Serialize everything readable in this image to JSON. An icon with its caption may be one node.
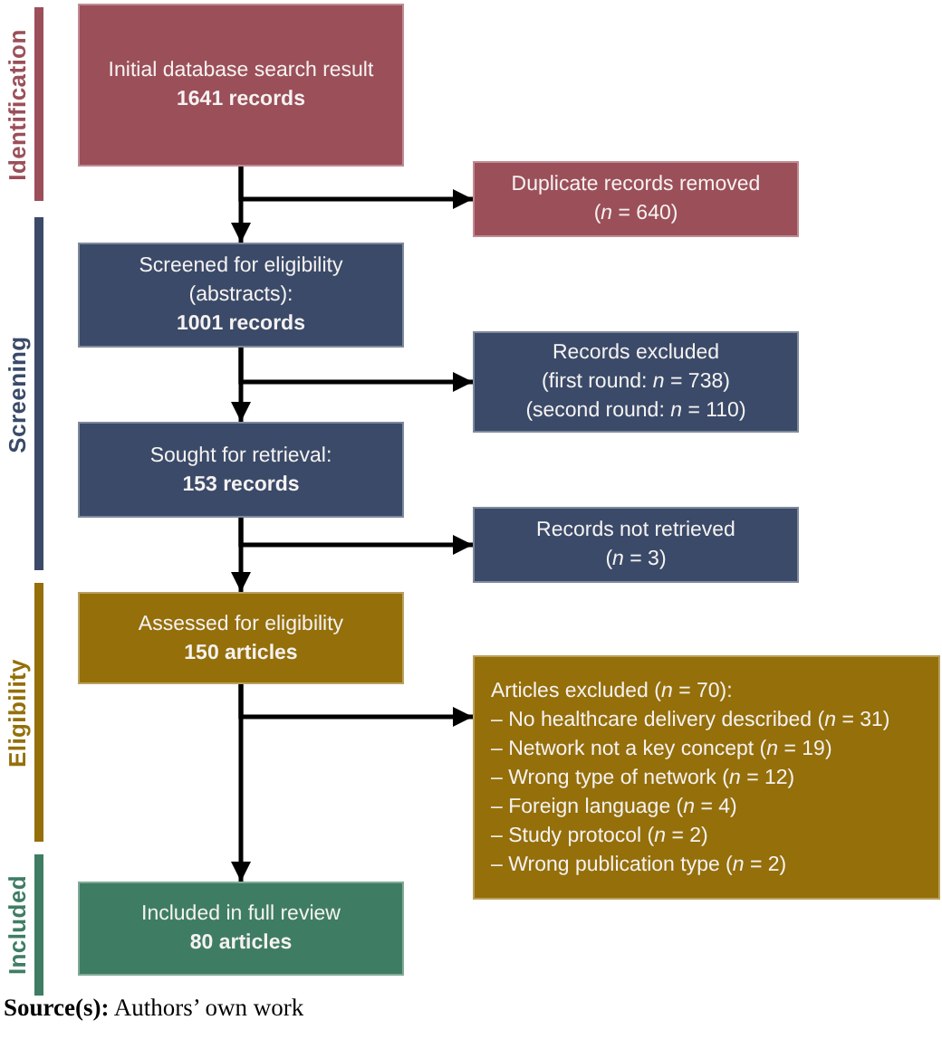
{
  "diagram": {
    "nodes": [
      {
        "text": [
          "Identification"
        ]
      },
      {
        "text": [
          "Initial database search result",
          "1641 records"
        ]
      },
      {
        "text": [
          "Duplicate records removed",
          "(*n* = 640)"
        ]
      },
      {
        "text": [
          "Screening"
        ]
      },
      {
        "text": [
          "Screened for eligibility (abstracts):",
          "1001 records"
        ]
      },
      {
        "text": [
          "Records excluded",
          "(first round: *n* = 738)",
          "(second round: *n* = 110)"
        ]
      },
      {
        "text": [
          "Sought for retrieval:",
          "153 records"
        ]
      },
      {
        "text": [
          "Records not retrieved",
          "(*n* = 3)"
        ]
      },
      {
        "text": [
          "Eligibility"
        ]
      },
      {
        "text": [
          "Assessed for eligibility",
          "150 articles"
        ]
      },
      {
        "text": [
          "Articles excluded (*n* = 70):",
          "– No healthcare delivery described (*n* = 31)",
          "– Network not a key concept (*n* = 19)",
          "– Wrong type of network (*n* = 12)",
          "– Foreign language (*n* = 4)",
          "– Study protocol (*n* = 2)",
          "– Wrong publication type (*n* = 2)"
        ]
      },
      {
        "text": [
          "Included"
        ]
      },
      {
        "text": [
          "Included in full review",
          "80 articles"
        ]
      }
    ],
    "edges": [
      {
        "from": 1,
        "to": 4,
        "arrow": "to"
      },
      {
        "from": 1,
        "to": 2,
        "arrow": "to"
      },
      {
        "from": 4,
        "to": 6,
        "arrow": "to"
      },
      {
        "from": 4,
        "to": 5,
        "arrow": "to"
      },
      {
        "from": 6,
        "to": 9,
        "arrow": "to"
      },
      {
        "from": 6,
        "to": 7,
        "arrow": "to"
      },
      {
        "from": 9,
        "to": 12,
        "arrow": "to"
      },
      {
        "from": 9,
        "to": 10,
        "arrow": "to"
      }
    ],
    "caption": "**Source(s):** Authors’ own work"
  }
}
